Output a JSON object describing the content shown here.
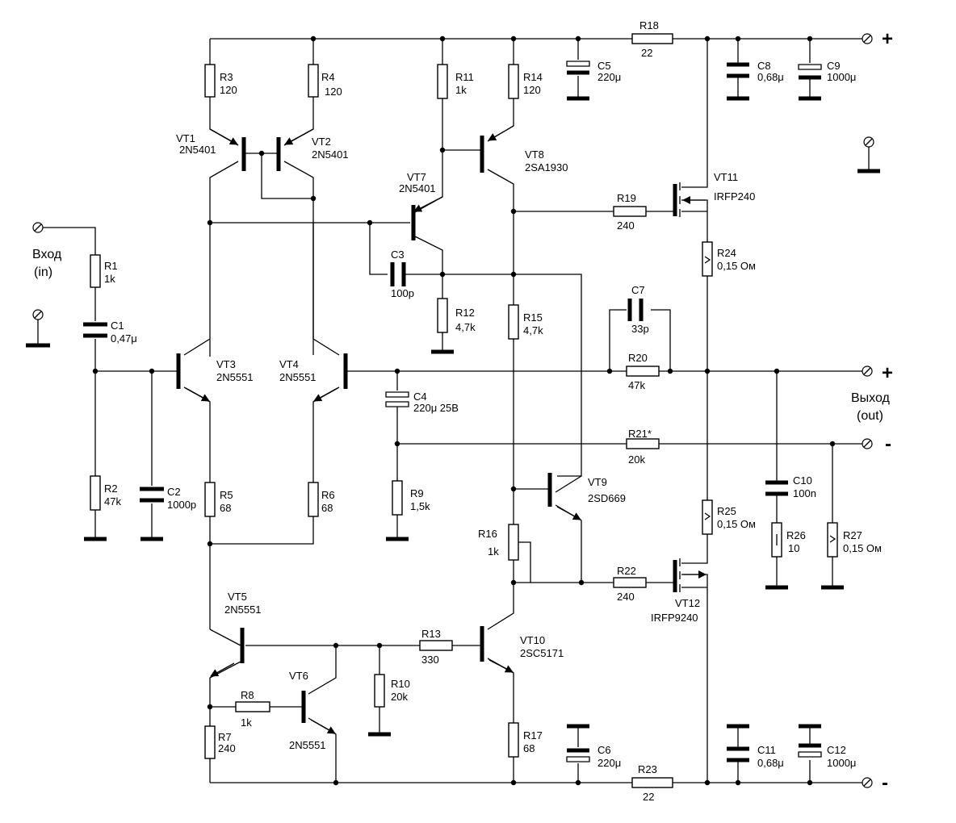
{
  "labels": {
    "input": "Вход",
    "input_en": "(in)",
    "output": "Выход",
    "output_en": "(out)",
    "plus_top": "+",
    "plus_out": "+",
    "minus_out": "-",
    "minus_bottom": "-"
  },
  "components": {
    "R1": {
      "ref": "R1",
      "value": "1k"
    },
    "R2": {
      "ref": "R2",
      "value": "47k"
    },
    "R3": {
      "ref": "R3",
      "value": "120"
    },
    "R4": {
      "ref": "R4",
      "value": "120"
    },
    "R5": {
      "ref": "R5",
      "value": "68"
    },
    "R6": {
      "ref": "R6",
      "value": "68"
    },
    "R7": {
      "ref": "R7",
      "value": "240"
    },
    "R8": {
      "ref": "R8",
      "value": "1k"
    },
    "R9": {
      "ref": "R9",
      "value": "1,5k"
    },
    "R10": {
      "ref": "R10",
      "value": "20k"
    },
    "R11": {
      "ref": "R11",
      "value": "1k"
    },
    "R12": {
      "ref": "R12",
      "value": "4,7k"
    },
    "R13": {
      "ref": "R13",
      "value": "330"
    },
    "R14": {
      "ref": "R14",
      "value": "120"
    },
    "R15": {
      "ref": "R15",
      "value": "4,7k"
    },
    "R16": {
      "ref": "R16",
      "value": "1k"
    },
    "R17": {
      "ref": "R17",
      "value": "68"
    },
    "R18": {
      "ref": "R18",
      "value": "22"
    },
    "R19": {
      "ref": "R19",
      "value": "240"
    },
    "R20": {
      "ref": "R20",
      "value": "47k"
    },
    "R21": {
      "ref": "R21*",
      "value": "20k"
    },
    "R22": {
      "ref": "R22",
      "value": "240"
    },
    "R23": {
      "ref": "R23",
      "value": "22"
    },
    "R24": {
      "ref": "R24",
      "value": "0,15 Ом"
    },
    "R25": {
      "ref": "R25",
      "value": "0,15 Ом"
    },
    "R26": {
      "ref": "R26",
      "value": "10"
    },
    "R27": {
      "ref": "R27",
      "value": "0,15 Ом"
    },
    "C1": {
      "ref": "C1",
      "value": "0,47μ"
    },
    "C2": {
      "ref": "C2",
      "value": "1000p"
    },
    "C3": {
      "ref": "C3",
      "value": "100p"
    },
    "C4": {
      "ref": "C4",
      "value": "220μ 25В"
    },
    "C5": {
      "ref": "C5",
      "value": "220μ"
    },
    "C6": {
      "ref": "C6",
      "value": "220μ"
    },
    "C7": {
      "ref": "C7",
      "value": "33p"
    },
    "C8": {
      "ref": "C8",
      "value": "0,68μ"
    },
    "C9": {
      "ref": "C9",
      "value": "1000μ"
    },
    "C10": {
      "ref": "C10",
      "value": "100n"
    },
    "C11": {
      "ref": "C11",
      "value": "0,68μ"
    },
    "C12": {
      "ref": "C12",
      "value": "1000μ"
    },
    "VT1": {
      "ref": "VT1",
      "value": "2N5401"
    },
    "VT2": {
      "ref": "VT2",
      "value": "2N5401"
    },
    "VT3": {
      "ref": "VT3",
      "value": "2N5551"
    },
    "VT4": {
      "ref": "VT4",
      "value": "2N5551"
    },
    "VT5": {
      "ref": "VT5",
      "value": "2N5551"
    },
    "VT6": {
      "ref": "VT6",
      "value": "2N5551"
    },
    "VT7": {
      "ref": "VT7",
      "value": "2N5401"
    },
    "VT8": {
      "ref": "VT8",
      "value": "2SA1930"
    },
    "VT9": {
      "ref": "VT9",
      "value": "2SD669"
    },
    "VT10": {
      "ref": "VT10",
      "value": "2SC5171"
    },
    "VT11": {
      "ref": "VT11",
      "value": "IRFP240"
    },
    "VT12": {
      "ref": "VT12",
      "value": "IRFP9240"
    }
  }
}
